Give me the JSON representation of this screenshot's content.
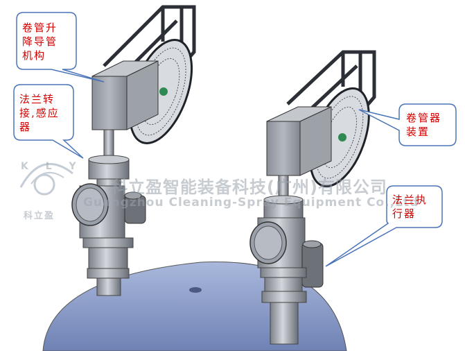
{
  "callouts": {
    "reel_lift": "卷管升\n降导管\n机构",
    "flange_sensor": "法兰转\n接,感应\n器",
    "reel_device": "卷管器\n装置",
    "flange_actuator": "法兰执\n行器"
  },
  "watermark": {
    "logo_letters": "K L Y",
    "logo_cn": "科立盈",
    "company_cn": "科立盈智能装备科技(广州)有限公司",
    "company_en": "Guangzhou Cleaning-Spray Equipment Co.,Ltd"
  },
  "colors": {
    "callout_text": "#d20000",
    "callout_border": "#4a74b8",
    "tank": "#8da0cc",
    "metal": "#9a9ea6",
    "frame": "#2c2f36"
  }
}
